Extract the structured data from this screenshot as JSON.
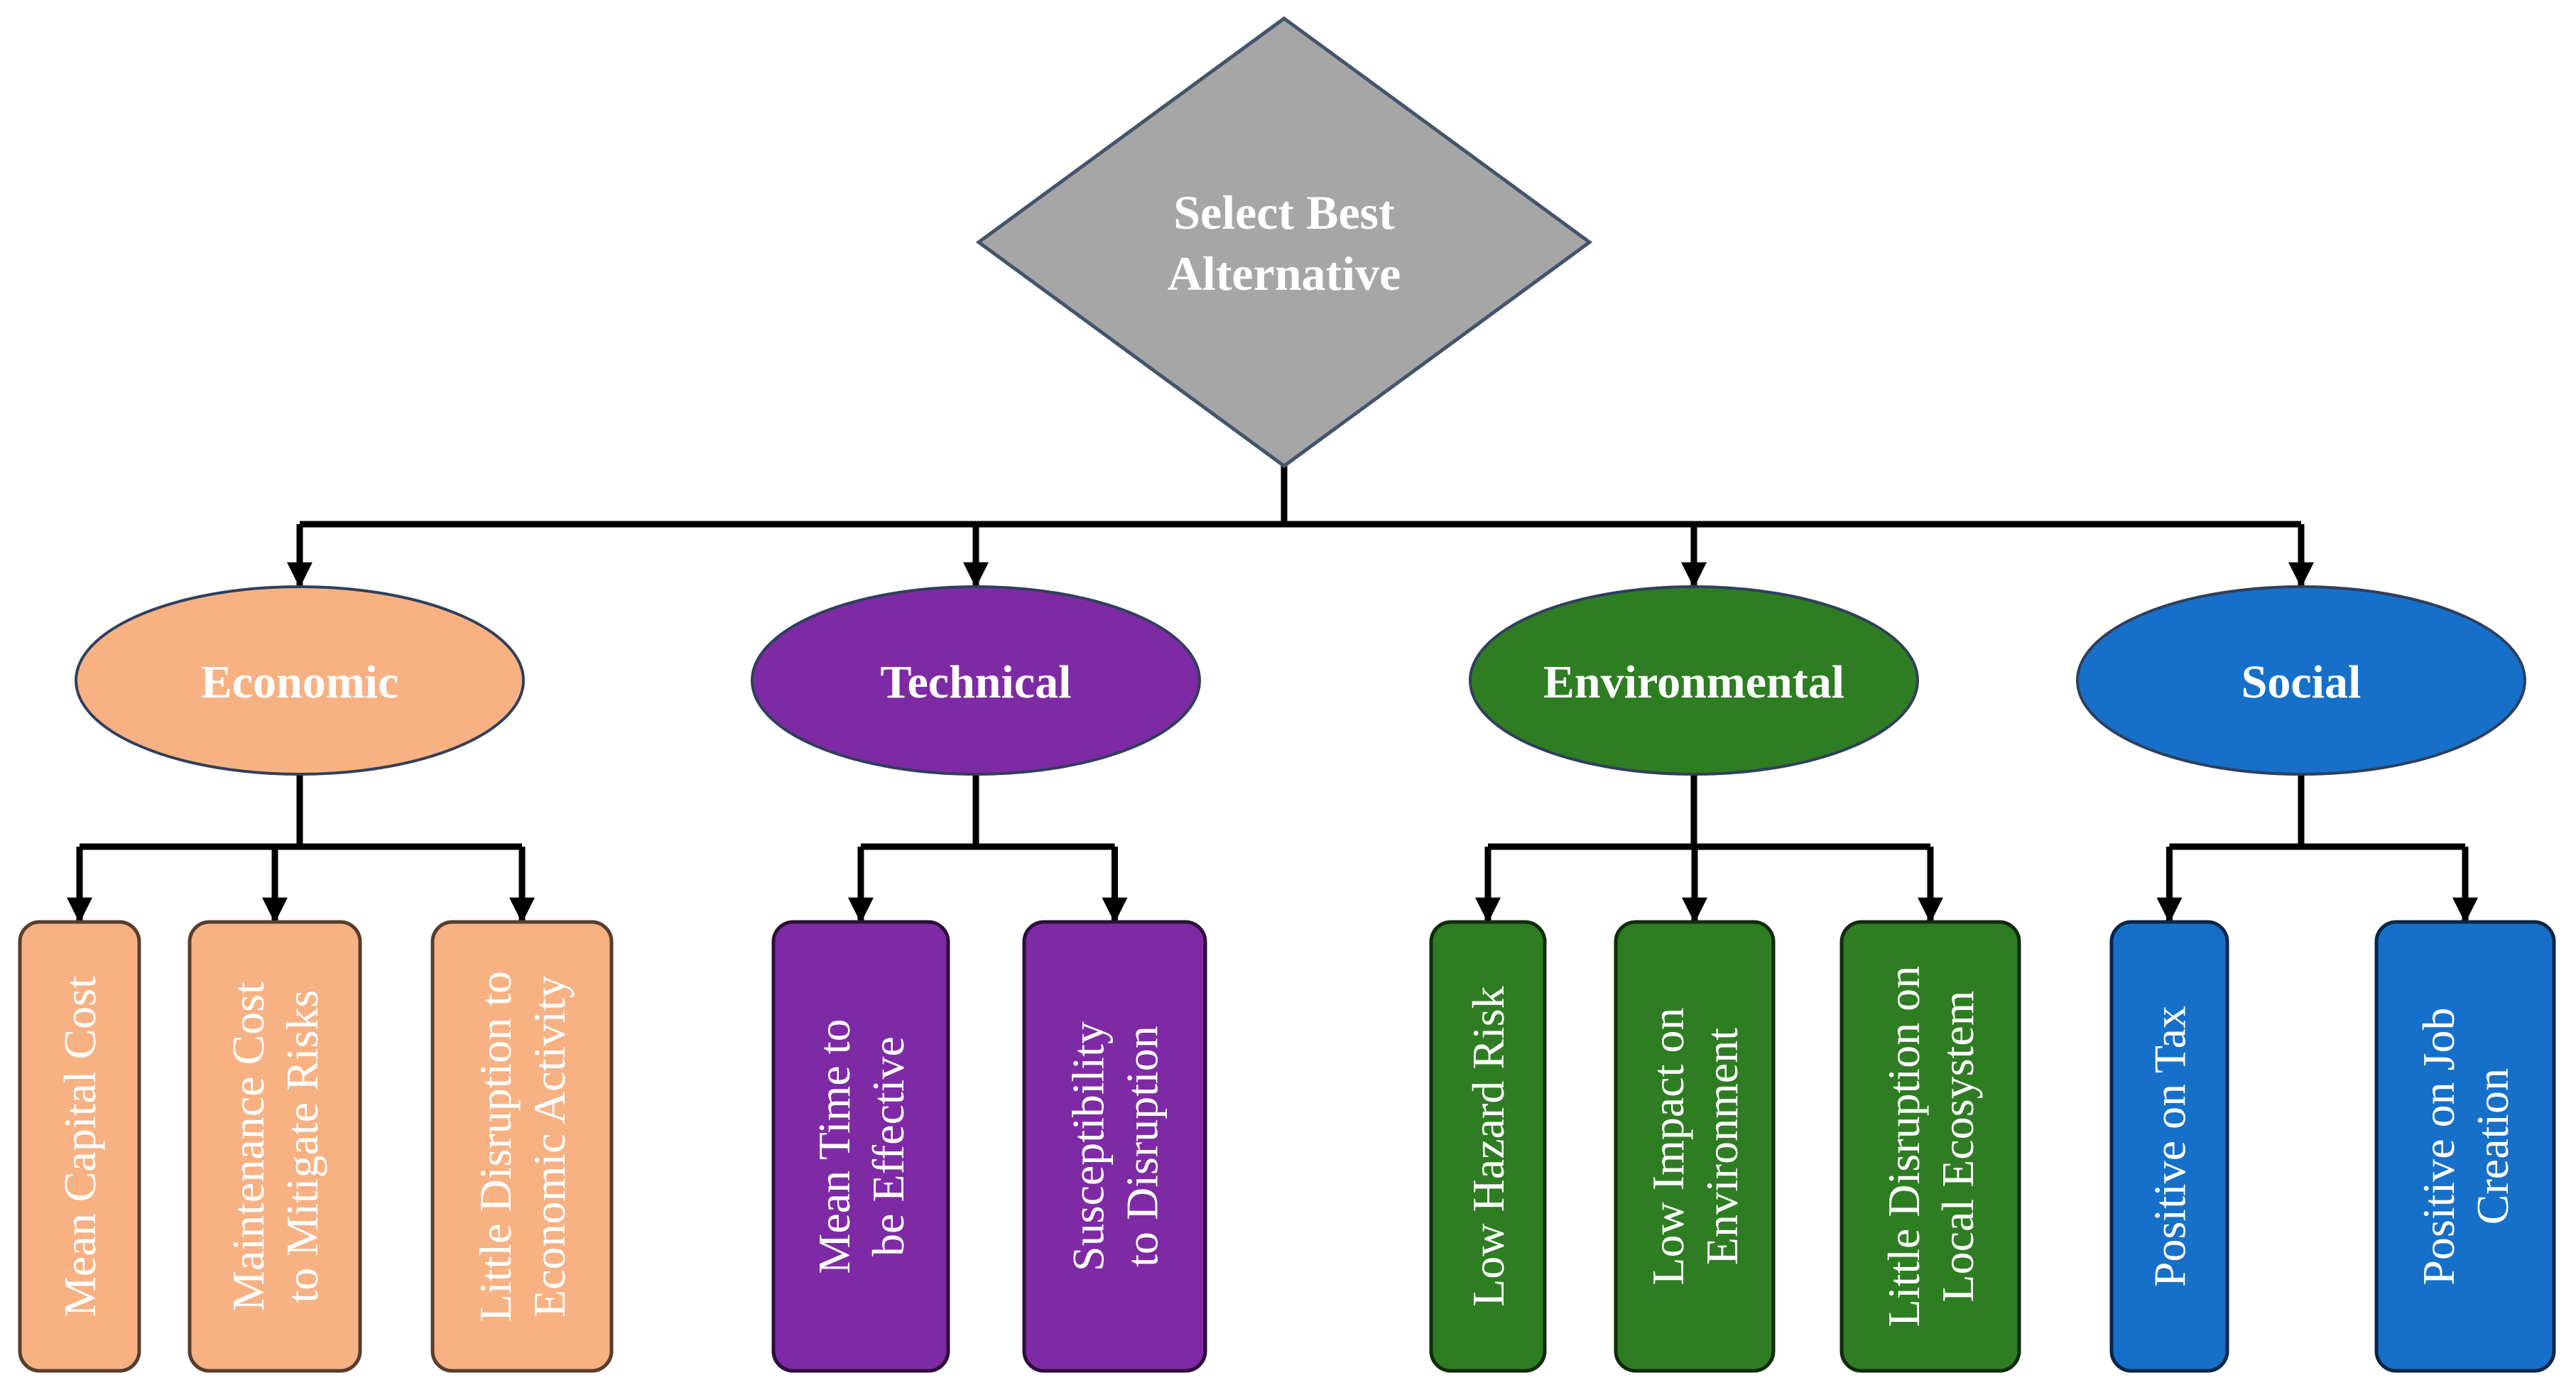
{
  "diagram": {
    "root": {
      "label_lines": [
        "Select Best",
        "Alternative"
      ],
      "color": "#a6a6a6"
    },
    "categories": [
      {
        "label": "Economic",
        "color": "#f8b183",
        "criteria": [
          {
            "lines": [
              "Mean Capital Cost"
            ]
          },
          {
            "lines": [
              "Maintenance Cost",
              "to Mitigate Risks"
            ]
          },
          {
            "lines": [
              "Little Disruption to",
              "Economic Activity"
            ]
          }
        ]
      },
      {
        "label": "Technical",
        "color": "#7f2aa5",
        "criteria": [
          {
            "lines": [
              "Mean Time to",
              "be Effective"
            ]
          },
          {
            "lines": [
              "Susceptibility",
              "to Disruption"
            ]
          }
        ]
      },
      {
        "label": "Environmental",
        "color": "#2e7d22",
        "criteria": [
          {
            "lines": [
              "Low Hazard Risk"
            ]
          },
          {
            "lines": [
              "Low Impact on",
              "Environment"
            ]
          },
          {
            "lines": [
              "Little Disruption on",
              "Local Ecosystem"
            ]
          }
        ]
      },
      {
        "label": "Social",
        "color": "#1670c9",
        "criteria": [
          {
            "lines": [
              "Positive on Tax"
            ]
          },
          {
            "lines": [
              "Positive on Job",
              "Creation"
            ]
          }
        ]
      }
    ]
  }
}
